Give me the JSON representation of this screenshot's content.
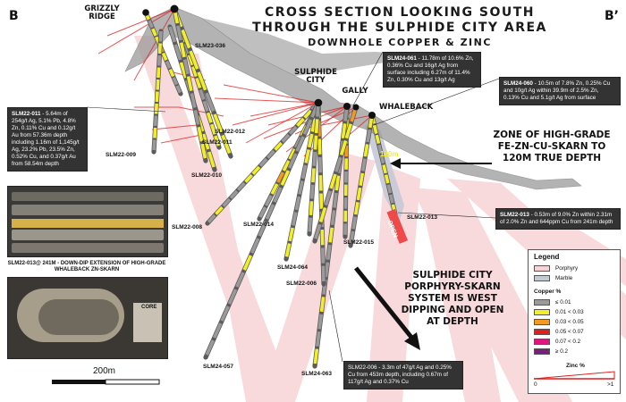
{
  "header": {
    "title_line1": "CROSS SECTION LOOKING SOUTH",
    "title_line2": "THROUGH THE SULPHIDE CITY AREA",
    "subtitle": "DOWNHOLE COPPER & ZINC"
  },
  "corners": {
    "left": "B",
    "right": "B’"
  },
  "places": {
    "grizzly": "GRIZZLY RIDGE",
    "sulphide": "SULPHIDE CITY",
    "gally": "GALLY",
    "whaleback": "WHALEBACK"
  },
  "holes": [
    {
      "id": "SLM23-036",
      "label": "SLM23-036"
    },
    {
      "id": "SLM22-012",
      "label": "SLM22-012"
    },
    {
      "id": "SLM22-011",
      "label": "SLM22-011"
    },
    {
      "id": "SLM22-009",
      "label": "SLM22-009"
    },
    {
      "id": "SLM22-010",
      "label": "SLM22-010"
    },
    {
      "id": "SLM22-008",
      "label": "SLM22-008"
    },
    {
      "id": "SLM22-014",
      "label": "SLM22-014"
    },
    {
      "id": "SLM22-015",
      "label": "SLM22-015"
    },
    {
      "id": "SLM24-064",
      "label": "SLM24-064"
    },
    {
      "id": "SLM22-006",
      "label": "SLM22-006"
    },
    {
      "id": "SLM22-013",
      "label": "SLM22-013"
    },
    {
      "id": "SLM24-057",
      "label": "SLM24-057"
    },
    {
      "id": "SLM24-063",
      "label": "SLM24-063"
    }
  ],
  "callouts": {
    "c011": {
      "hole": "SLM22-011",
      "text": " - 5.64m of 254g/t Ag, 5.1% Pb, 4.8% Zn, 0.11% Cu and 0.12g/t Au from 57.36m depth including 1.16m of 1,145g/t Ag, 23.2% Pb, 23.5% Zn, 0.52% Cu, and 0.37g/t Au from 58.54m depth"
    },
    "c061": {
      "hole": "SLM24-061",
      "text": " - 11.78m of 10.6% Zn, 0.36% Cu and 16g/t Ag from surface including 6.27m of 11.4% Zn, 0.30% Cu and 13g/t Ag"
    },
    "c060": {
      "hole": "SLM24-060",
      "text": " - 10.5m of 7.8% Zn, 0.25% Cu and 10g/t Ag within 39.9m of 2.5% Zn, 0.13% Cu and 5.1g/t Ag from surface"
    },
    "c013": {
      "hole": "SLM22-013",
      "text": " - 0.53m of 9.0% Zn within 2.31m of 2.0% Zn and 644ppm Cu from 241m depth"
    },
    "c006": {
      "text": "SLM22-006 - 3.3m of 47g/t Ag and 0.25% Cu from 453m depth, including 0.67m of 117g/t Ag and 0.37% Cu"
    }
  },
  "zone_text": "ZONE OF HIGH-GRADE FE-ZN-CU-SKARN TO 120M TRUE DEPTH",
  "depth_tag": "120m",
  "open_tag": "OPEN",
  "system_text": "SULPHIDE CITY PORPHYRY-SKARN SYSTEM IS WEST DIPPING AND OPEN AT DEPTH",
  "photo_caption": "SLM22-013@ 241M - DOWN-DIP EXTENSION OF HIGH-GRADE WHALEBACK ZN-SKARN",
  "photo_logo": "CORE",
  "scale_label": "200m",
  "legend": {
    "title": "Legend",
    "units": [
      {
        "label": "Porphyry",
        "color": "#f7d3d6"
      },
      {
        "label": "Marble",
        "color": "#c4c9d6"
      }
    ],
    "copper_title": "Copper %",
    "copper": [
      {
        "label": "≤ 0.01",
        "color": "#9a9a9a"
      },
      {
        "label": "0.01 < 0.03",
        "color": "#f2ef2a"
      },
      {
        "label": "0.03 < 0.05",
        "color": "#f39a22"
      },
      {
        "label": "0.05 < 0.07",
        "color": "#e11d1d"
      },
      {
        "label": "0.07 < 0.2",
        "color": "#e0157f"
      },
      {
        "label": "≥ 0.2",
        "color": "#7a1f7f"
      }
    ],
    "zinc_title": "Zinc %",
    "zinc_min": "0",
    "zinc_max": ">1"
  },
  "colors": {
    "rock": "#8f8f8f",
    "porphyry": "#f7d3d6",
    "marble": "#c4c9d6",
    "callout_bg": "#333333",
    "zinc_red": "#e11d1d"
  }
}
